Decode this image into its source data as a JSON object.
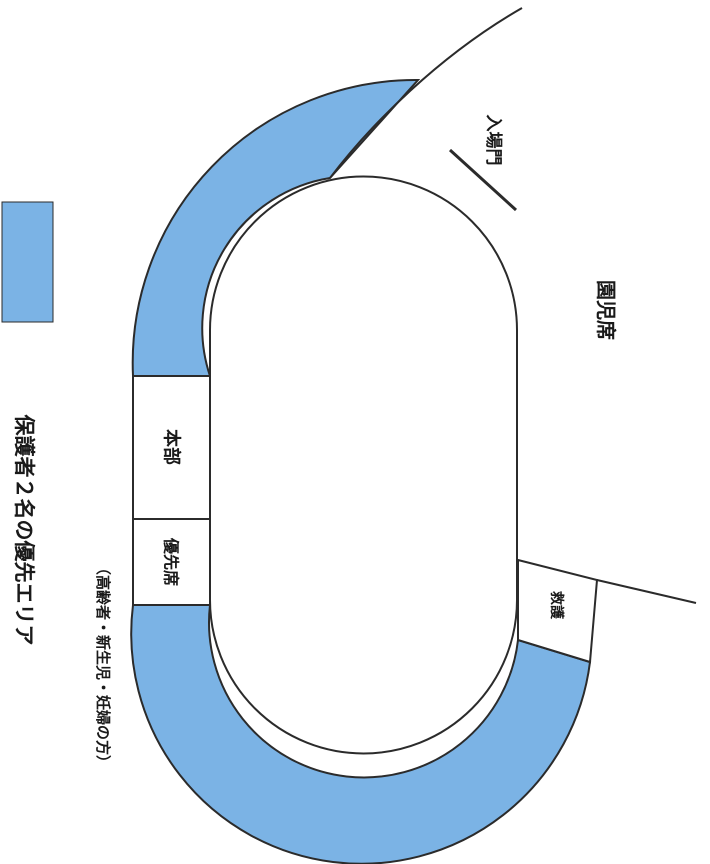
{
  "colors": {
    "priority_area": "#7bb3e5",
    "outline": "#2b2b2b",
    "background": "#ffffff"
  },
  "labels": {
    "entrance_gate": "入場門",
    "kids_seats": "園児席",
    "headquarters": "本部",
    "priority_seats": "優先席",
    "priority_seats_note": "（高齢者・新生児・妊婦の方）",
    "first_aid": "救護"
  },
  "legend": {
    "text": "保護者２名の優先エリア"
  }
}
